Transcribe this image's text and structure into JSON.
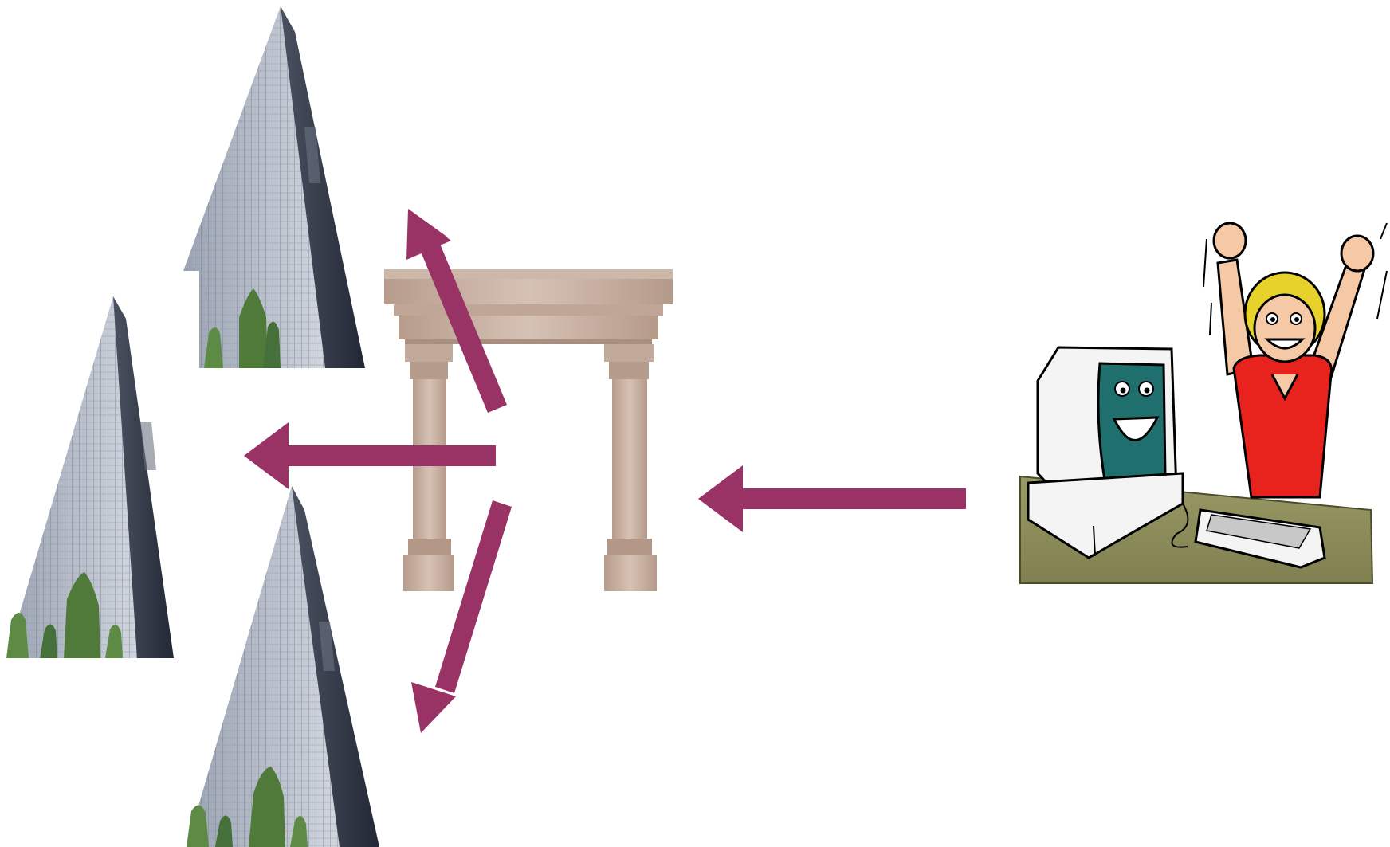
{
  "diagram": {
    "nodes": [
      {
        "id": "building-top",
        "kind": "office-tower",
        "icon": "office-building-icon"
      },
      {
        "id": "building-middle",
        "kind": "office-tower",
        "icon": "office-building-icon"
      },
      {
        "id": "building-bottom",
        "kind": "office-tower",
        "icon": "office-building-icon"
      },
      {
        "id": "gateway",
        "kind": "stone-archway",
        "icon": "stone-gateway-icon"
      },
      {
        "id": "user",
        "kind": "person-at-computer",
        "icon": "happy-user-computer-icon"
      }
    ],
    "edges": [
      {
        "from": "user",
        "to": "gateway"
      },
      {
        "from": "gateway",
        "to": "building-top"
      },
      {
        "from": "gateway",
        "to": "building-middle"
      },
      {
        "from": "gateway",
        "to": "building-bottom"
      }
    ]
  },
  "colors": {
    "arrow": "#993366",
    "building_light": "#b8c0cc",
    "building_dark": "#2e3442",
    "tree": "#4f7a3a",
    "stone": "#c9b3a4",
    "stone_dark": "#a38878",
    "desk": "#8c8c5a",
    "screen": "#1f6f6f",
    "shirt": "#e8231e",
    "hair": "#e6d22a",
    "skin": "#f6c9a6"
  }
}
